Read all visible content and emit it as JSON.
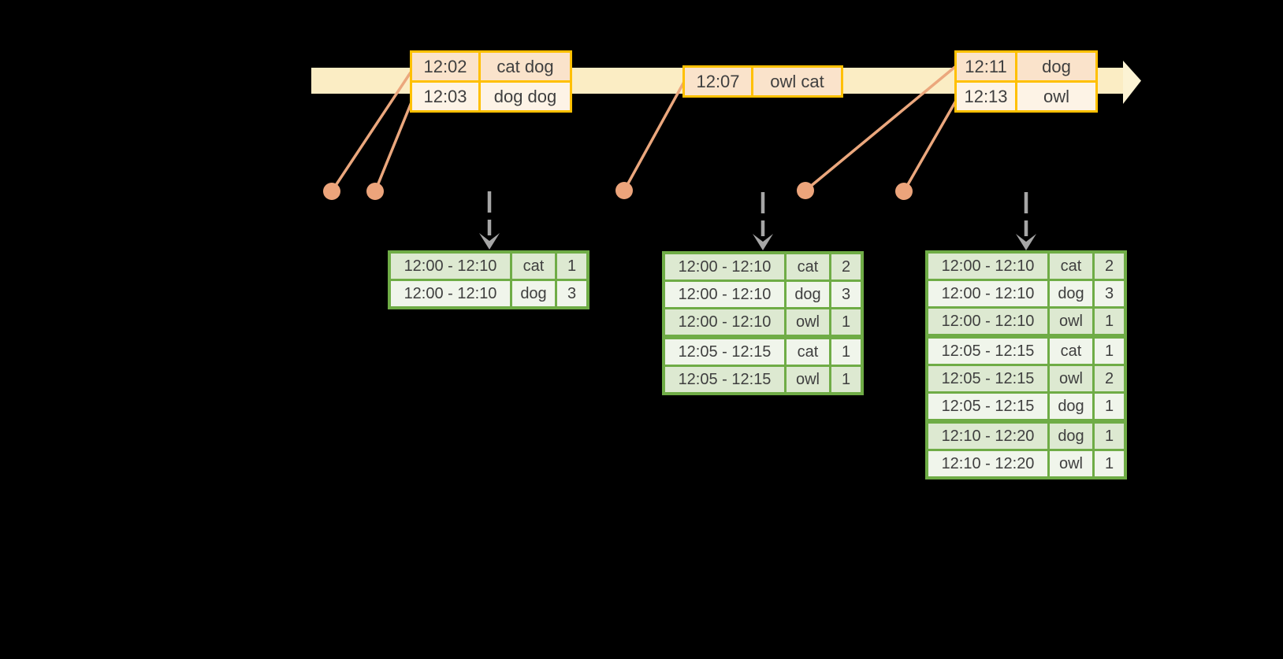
{
  "colors": {
    "background": "#000000",
    "timeline_band": "#FBEDC4",
    "timeline_arrowhead": "#FCF3D4",
    "event_table_border": "#FFC000",
    "event_row_dark": "#FAE3CB",
    "event_row_light": "#FDF3E6",
    "connector_orange": "#EBA77D",
    "dot_orange": "#ECA47B",
    "dashed_arrow_gray": "#A6A6A6",
    "result_table_border": "#6FAC46",
    "result_row_dark": "#DDE9D1",
    "result_row_light": "#F0F5EB",
    "text": "#3F3F3F"
  },
  "event_tables": [
    {
      "id": "e1",
      "rows": [
        {
          "time": "12:02",
          "words": "cat dog"
        },
        {
          "time": "12:03",
          "words": "dog dog"
        }
      ]
    },
    {
      "id": "e2",
      "rows": [
        {
          "time": "12:07",
          "words": "owl cat"
        }
      ]
    },
    {
      "id": "e3",
      "rows": [
        {
          "time": "12:11",
          "words": "dog"
        },
        {
          "time": "12:13",
          "words": "owl"
        }
      ]
    }
  ],
  "result_tables": [
    {
      "id": "g1",
      "rows": [
        {
          "window": "12:00 - 12:10",
          "word": "cat",
          "count": "1"
        },
        {
          "window": "12:00 - 12:10",
          "word": "dog",
          "count": "3"
        }
      ]
    },
    {
      "id": "g2",
      "rows": [
        {
          "window": "12:00 - 12:10",
          "word": "cat",
          "count": "2"
        },
        {
          "window": "12:00 - 12:10",
          "word": "dog",
          "count": "3"
        },
        {
          "window": "12:00 - 12:10",
          "word": "owl",
          "count": "1"
        },
        {
          "window": "12:05 - 12:15",
          "word": "cat",
          "count": "1"
        },
        {
          "window": "12:05 - 12:15",
          "word": "owl",
          "count": "1"
        }
      ]
    },
    {
      "id": "g3",
      "rows": [
        {
          "window": "12:00 - 12:10",
          "word": "cat",
          "count": "2"
        },
        {
          "window": "12:00 - 12:10",
          "word": "dog",
          "count": "3"
        },
        {
          "window": "12:00 - 12:10",
          "word": "owl",
          "count": "1"
        },
        {
          "window": "12:05 - 12:15",
          "word": "cat",
          "count": "1"
        },
        {
          "window": "12:05 - 12:15",
          "word": "owl",
          "count": "2"
        },
        {
          "window": "12:05 - 12:15",
          "word": "dog",
          "count": "1"
        },
        {
          "window": "12:10 - 12:20",
          "word": "dog",
          "count": "1"
        },
        {
          "window": "12:10 - 12:20",
          "word": "owl",
          "count": "1"
        }
      ]
    }
  ]
}
